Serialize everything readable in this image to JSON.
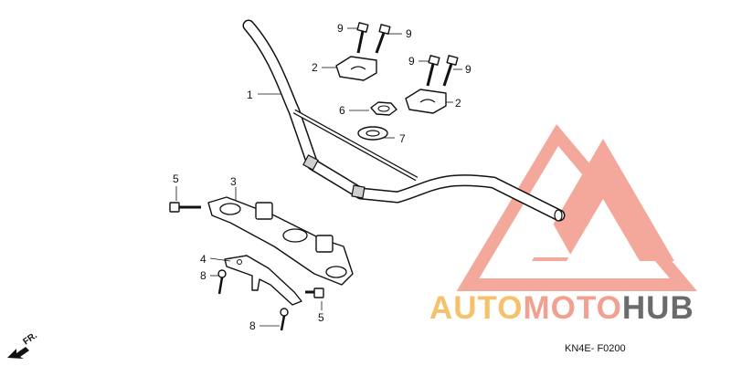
{
  "diagram": {
    "parts": [
      {
        "ref": "1",
        "description": "handlebar"
      },
      {
        "ref": "2",
        "description": "upper holder"
      },
      {
        "ref": "3",
        "description": "lower holder / top bridge"
      },
      {
        "ref": "4",
        "description": "bracket"
      },
      {
        "ref": "5",
        "description": "bolt"
      },
      {
        "ref": "6",
        "description": "nut"
      },
      {
        "ref": "7",
        "description": "washer"
      },
      {
        "ref": "8",
        "description": "screw"
      },
      {
        "ref": "9",
        "description": "flange bolt"
      }
    ],
    "callouts": {
      "c1": "1",
      "c2a": "2",
      "c2b": "2",
      "c3": "3",
      "c4": "4",
      "c5a": "5",
      "c5b": "5",
      "c6": "6",
      "c7": "7",
      "c8a": "8",
      "c8b": "8",
      "c9a": "9",
      "c9b": "9",
      "c9c": "9",
      "c9d": "9"
    },
    "direction_label": "FR.",
    "figure_code": "KN4E- F0200"
  },
  "watermark": {
    "word_auto": "AUTO",
    "word_moto": "MOTO",
    "word_hub": "HUB",
    "colors": {
      "auto": "#f6c16b",
      "moto": "#f2a08f",
      "hub": "#6b6b6b",
      "emblem": "#f29a8a"
    }
  }
}
